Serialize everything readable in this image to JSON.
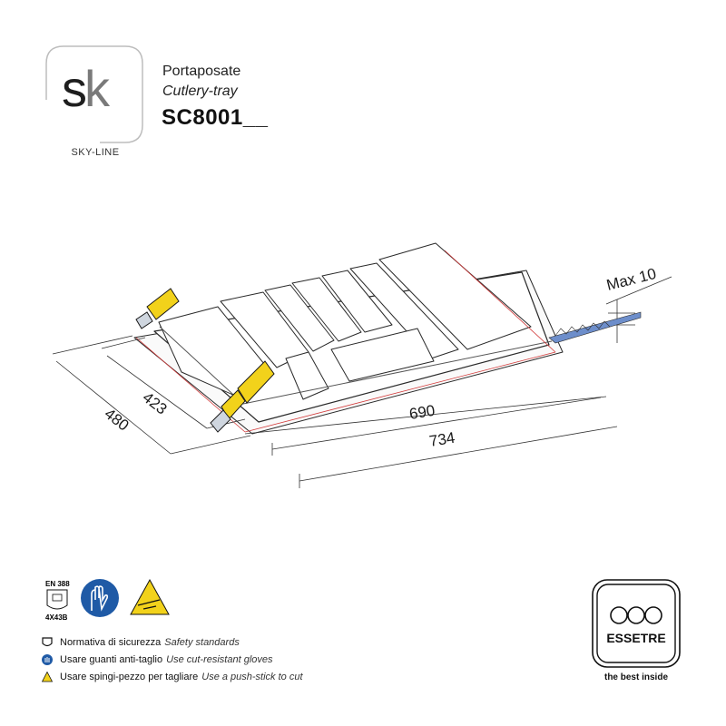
{
  "brand": {
    "letters_a": "s",
    "letters_b": "k",
    "name": "SKY-LINE"
  },
  "product": {
    "name_it": "Portaposate",
    "name_en": "Cutlery-tray",
    "code": "SC8001__"
  },
  "dimensions": {
    "width_inner": "690",
    "width_outer": "734",
    "depth_inner": "423",
    "depth_outer": "480",
    "max_thickness": "Max 10"
  },
  "safety": {
    "standard_badge": "EN 388",
    "standard_code": "4X43B",
    "items": [
      {
        "icon": "shield-icon",
        "label_it": "Normativa di sicurezza",
        "label_en": "Safety standards"
      },
      {
        "icon": "gloves-icon",
        "label_it": "Usare guanti anti-taglio",
        "label_en": "Use cut-resistant gloves"
      },
      {
        "icon": "warning-icon",
        "label_it": "Usare spingi-pezzo per tagliare",
        "label_en": "Use a push-stick to cut"
      }
    ]
  },
  "manufacturer": {
    "name": "ESSETRE",
    "tagline": "the best inside"
  },
  "colors": {
    "accent_yellow": "#f2d21b",
    "safety_blue": "#1f5aa6",
    "tray_line": "#2a2a2a",
    "cut_line": "#d23a3a",
    "saw_blue": "#6d8ecb"
  }
}
